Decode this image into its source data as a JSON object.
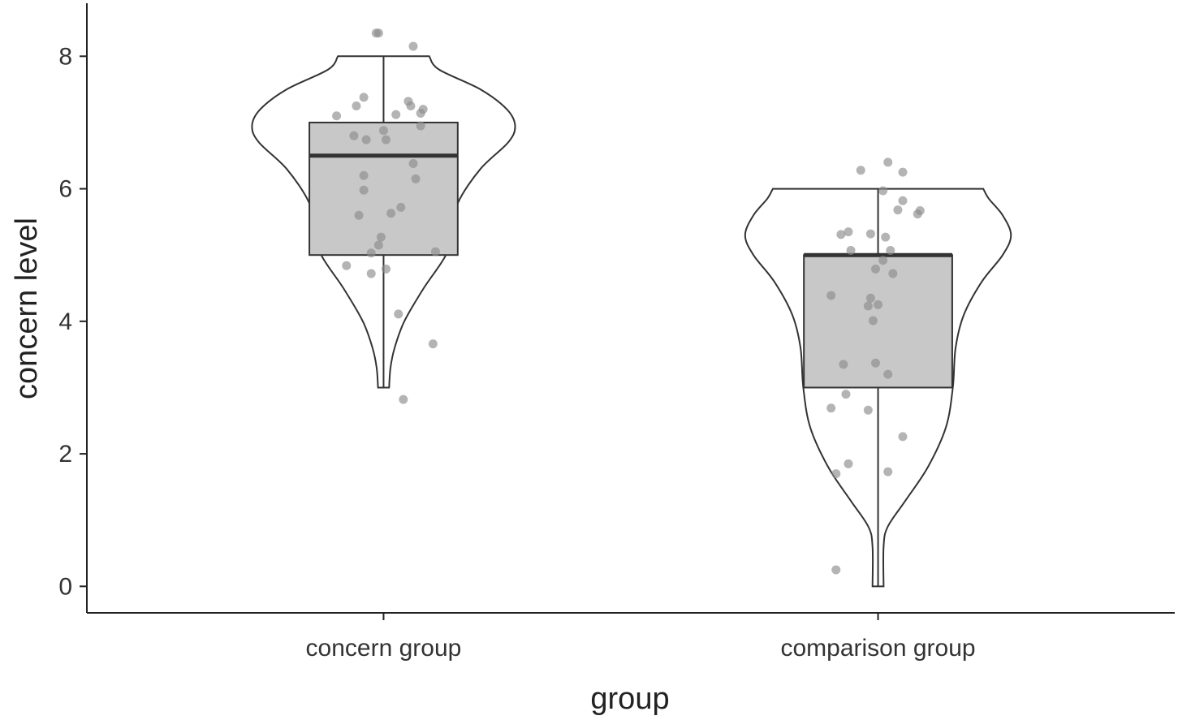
{
  "chart_data": {
    "type": "violin",
    "xlabel": "group",
    "ylabel": "concern level",
    "categories": [
      "concern group",
      "comparison group"
    ],
    "ylim": [
      -0.4,
      8.8
    ],
    "yticks": [
      "0",
      "2",
      "4",
      "6",
      "8"
    ],
    "grid": false,
    "legend": "none",
    "colors": {
      "box_fill": "#c8c8c8",
      "outline": "#333333",
      "point": "#8c8c8c"
    },
    "series": [
      {
        "category": "concern group",
        "box": {
          "min": 3,
          "q1": 5,
          "median": 6.5,
          "q3": 7,
          "max": 8
        },
        "violin_range": [
          3,
          8
        ],
        "density": [
          {
            "y": 3.0,
            "w": 0.08
          },
          {
            "y": 3.3,
            "w": 0.1
          },
          {
            "y": 3.6,
            "w": 0.16
          },
          {
            "y": 4.0,
            "w": 0.3
          },
          {
            "y": 4.5,
            "w": 0.58
          },
          {
            "y": 5.0,
            "w": 0.9
          },
          {
            "y": 5.4,
            "w": 1.0
          },
          {
            "y": 5.8,
            "w": 1.08
          },
          {
            "y": 6.3,
            "w": 1.4
          },
          {
            "y": 6.7,
            "w": 1.8
          },
          {
            "y": 6.95,
            "w": 1.9
          },
          {
            "y": 7.2,
            "w": 1.78
          },
          {
            "y": 7.5,
            "w": 1.4
          },
          {
            "y": 7.8,
            "w": 0.8
          },
          {
            "y": 8.0,
            "w": 0.66
          }
        ],
        "points": [
          [
            -0.03,
            8.35
          ],
          [
            -0.02,
            8.35
          ],
          [
            0.12,
            8.15
          ],
          [
            -0.08,
            7.38
          ],
          [
            0.1,
            7.32
          ],
          [
            -0.11,
            7.25
          ],
          [
            0.11,
            7.25
          ],
          [
            0.16,
            7.2
          ],
          [
            -0.19,
            7.1
          ],
          [
            0.05,
            7.12
          ],
          [
            0.15,
            7.14
          ],
          [
            0.15,
            6.95
          ],
          [
            0.0,
            6.88
          ],
          [
            -0.12,
            6.8
          ],
          [
            -0.07,
            6.74
          ],
          [
            0.01,
            6.74
          ],
          [
            0.12,
            6.38
          ],
          [
            -0.08,
            6.2
          ],
          [
            0.13,
            6.15
          ],
          [
            -0.08,
            5.98
          ],
          [
            0.07,
            5.72
          ],
          [
            -0.1,
            5.6
          ],
          [
            0.03,
            5.63
          ],
          [
            -0.01,
            5.27
          ],
          [
            -0.02,
            5.15
          ],
          [
            -0.05,
            5.03
          ],
          [
            0.21,
            5.05
          ],
          [
            -0.15,
            4.84
          ],
          [
            0.01,
            4.79
          ],
          [
            -0.05,
            4.72
          ],
          [
            0.06,
            4.11
          ],
          [
            0.2,
            3.66
          ],
          [
            0.08,
            2.82
          ]
        ]
      },
      {
        "category": "comparison group",
        "box": {
          "min": 0,
          "q1": 3,
          "median": 5,
          "q3": 5,
          "max": 6
        },
        "violin_range": [
          0,
          6
        ],
        "density": [
          {
            "y": 0.0,
            "w": 0.08
          },
          {
            "y": 0.6,
            "w": 0.08
          },
          {
            "y": 0.9,
            "w": 0.14
          },
          {
            "y": 1.3,
            "w": 0.4
          },
          {
            "y": 1.8,
            "w": 0.72
          },
          {
            "y": 2.4,
            "w": 0.98
          },
          {
            "y": 3.0,
            "w": 1.08
          },
          {
            "y": 3.6,
            "w": 1.12
          },
          {
            "y": 4.1,
            "w": 1.24
          },
          {
            "y": 4.6,
            "w": 1.5
          },
          {
            "y": 5.0,
            "w": 1.8
          },
          {
            "y": 5.3,
            "w": 1.92
          },
          {
            "y": 5.6,
            "w": 1.8
          },
          {
            "y": 5.85,
            "w": 1.6
          },
          {
            "y": 6.0,
            "w": 1.52
          }
        ],
        "points": [
          [
            0.04,
            6.4
          ],
          [
            -0.07,
            6.28
          ],
          [
            0.1,
            6.25
          ],
          [
            0.02,
            5.97
          ],
          [
            0.1,
            5.82
          ],
          [
            0.08,
            5.68
          ],
          [
            0.17,
            5.67
          ],
          [
            0.16,
            5.62
          ],
          [
            -0.12,
            5.35
          ],
          [
            -0.15,
            5.31
          ],
          [
            -0.03,
            5.32
          ],
          [
            0.03,
            5.27
          ],
          [
            -0.11,
            5.07
          ],
          [
            0.05,
            5.07
          ],
          [
            0.02,
            4.92
          ],
          [
            -0.01,
            4.79
          ],
          [
            0.06,
            4.72
          ],
          [
            -0.19,
            4.39
          ],
          [
            -0.03,
            4.35
          ],
          [
            -0.04,
            4.23
          ],
          [
            0.0,
            4.25
          ],
          [
            -0.02,
            4.01
          ],
          [
            -0.14,
            3.35
          ],
          [
            -0.01,
            3.37
          ],
          [
            0.04,
            3.2
          ],
          [
            -0.13,
            2.9
          ],
          [
            -0.19,
            2.69
          ],
          [
            -0.04,
            2.66
          ],
          [
            0.1,
            2.26
          ],
          [
            -0.12,
            1.85
          ],
          [
            -0.17,
            1.7
          ],
          [
            0.04,
            1.73
          ],
          [
            -0.17,
            0.25
          ]
        ]
      }
    ]
  }
}
